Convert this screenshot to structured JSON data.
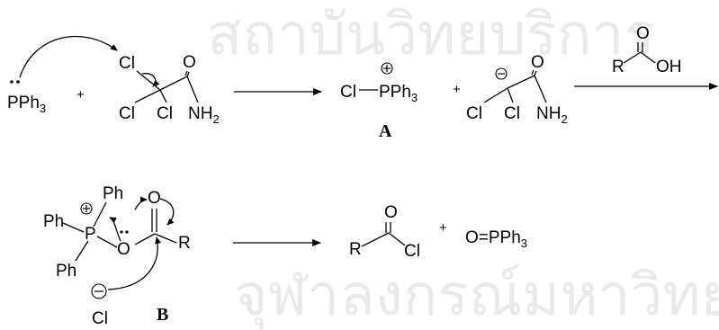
{
  "watermark": {
    "line1": "สถาบันวิทยบริการ",
    "line2": "จุฬาลงกรณ์มหาวิทยาลัย"
  },
  "row1": {
    "reactant_phosphine": "PPh",
    "reactant_phosphine_sub": "3",
    "plus": "+",
    "trichloro_cl_top": "Cl",
    "trichloro_cl_left": "Cl",
    "trichloro_cl_mid": "Cl",
    "trichloro_o": "O",
    "trichloro_nh": "NH",
    "trichloro_nh_sub": "2",
    "phosphonium_cl": "Cl",
    "phosphonium_p": "PPh",
    "phosphonium_sub": "3",
    "plus2": "+",
    "anion_cl_left": "Cl",
    "anion_cl_mid": "Cl",
    "anion_o": "O",
    "anion_nh": "NH",
    "anion_nh_sub": "2",
    "reagent_r": "R",
    "reagent_o_top": "O",
    "reagent_oh": "OH",
    "label_a": "A"
  },
  "row2": {
    "ph_left": "Ph",
    "ph_top": "Ph",
    "ph_bottom": "Ph",
    "p_atom": "P",
    "o_bridge": "O",
    "o_carbonyl": "O",
    "r_group": "R",
    "cl_anion": "Cl",
    "label_b": "B",
    "product_r": "R",
    "product_o": "O",
    "product_cl": "Cl",
    "plus": "+",
    "tppo": "O=PPh",
    "tppo_sub": "3"
  }
}
